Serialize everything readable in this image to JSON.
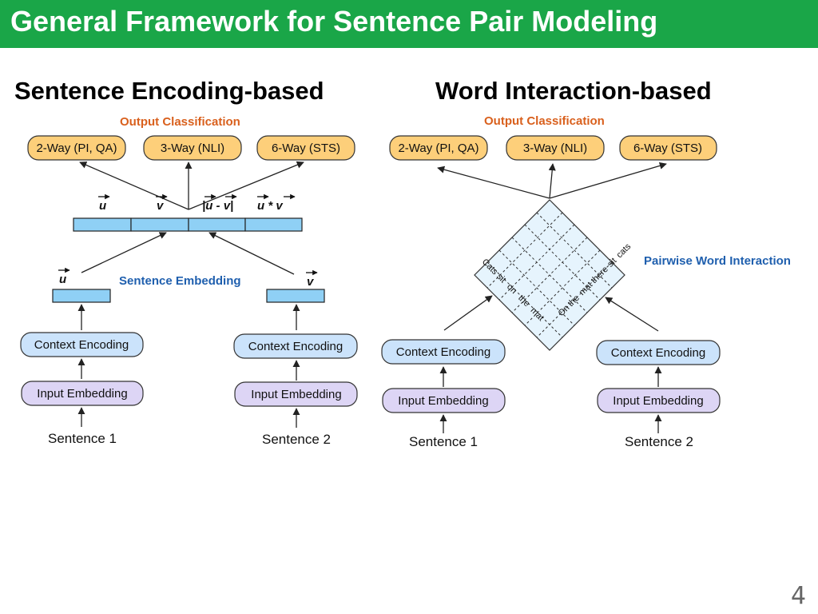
{
  "page": {
    "title": "General Framework for Sentence Pair Modeling",
    "page_number": "4"
  },
  "colors": {
    "title_bar": "#1aa648",
    "output_box": "#fdcf7a",
    "context_box": "#cbe3fb",
    "input_box": "#ddd5f5",
    "vector_box": "#8fd0f5",
    "orange_label": "#d9601d",
    "blue_label": "#1f5fae"
  },
  "left": {
    "heading": "Sentence Encoding-based",
    "output_label": "Output Classification",
    "outputs": [
      "2-Way (PI, QA)",
      "3-Way (NLI)",
      "6-Way (STS)"
    ],
    "vector_labels": [
      "u",
      "v",
      "|u - v|",
      "u * v"
    ],
    "embedding_label": "Sentence Embedding",
    "u_label": "u",
    "v_label": "v",
    "context_label": "Context Encoding",
    "input_label": "Input Embedding",
    "sentence1": "Sentence 1",
    "sentence2": "Sentence 2"
  },
  "right": {
    "heading": "Word Interaction-based",
    "output_label": "Output Classification",
    "outputs": [
      "2-Way (PI, QA)",
      "3-Way (NLI)",
      "6-Way (STS)"
    ],
    "interaction_label": "Pairwise Word Interaction",
    "words_left": [
      "Cats",
      "sit",
      "on",
      "the",
      "mat"
    ],
    "words_right": [
      "On",
      "the",
      "mat",
      "there",
      "sit",
      "cats"
    ],
    "context_label": "Context Encoding",
    "input_label": "Input Embedding",
    "sentence1": "Sentence 1",
    "sentence2": "Sentence 2"
  }
}
